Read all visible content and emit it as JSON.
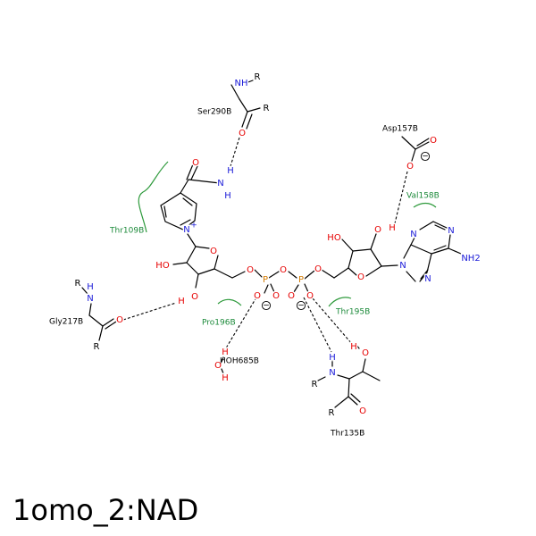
{
  "title": "1omo_2:NAD",
  "residues": {
    "ser290": "Ser290B",
    "thr109": "Thr109B",
    "asp157": "Asp157B",
    "val158": "Val158B",
    "gly217": "Gly217B",
    "pro196": "Pro196B",
    "thr195": "Thr195B",
    "hoh685": "HOH685B",
    "thr135": "Thr135B"
  },
  "atoms": {
    "nh_ser": "NH",
    "r_ser_top": "R",
    "r_ser_right": "R",
    "o_ser": "O",
    "n_amide": "N",
    "h_amide_top": "H",
    "h_amide_bottom": "H",
    "o_amide": "O",
    "n_pyr": "N",
    "plus_pyr": "+",
    "o_nribose": "O",
    "ho_nribose": "HO",
    "o_nribose3": "O",
    "h_nribose3": "H",
    "o_link1": "O",
    "p1": "P",
    "o_p1_a": "O",
    "o_p1_b": "O",
    "o_bridge": "O",
    "p2": "P",
    "o_p2_a": "O",
    "o_p2_b": "O",
    "o_link2": "O",
    "o_aribose": "O",
    "ho_aribose": "HO",
    "o_aribose2": "O",
    "h_aribose2": "H",
    "n9": "N",
    "n3": "N",
    "n1": "N",
    "n7": "N",
    "nh2": "NH2",
    "o_asp_a": "O",
    "o_asp_b": "O",
    "r_gly_top": "R",
    "n_gly": "N",
    "h_gly": "H",
    "o_gly": "O",
    "r_gly_bottom": "R",
    "h_hoh_a": "H",
    "o_hoh": "O",
    "h_hoh_b": "H",
    "h_thr_n": "H",
    "n_thr": "N",
    "r_thr_n": "R",
    "h_thr_o": "H",
    "o_thr": "O",
    "o_thr_c": "O",
    "r_thr_c": "R"
  },
  "charges": {
    "minus_p1": "−",
    "minus_p2": "−",
    "minus_asp": "−"
  },
  "colors": {
    "oxygen": "#e60000",
    "nitrogen": "#1a1ad8",
    "phosphorus": "#d47a00",
    "hydrophobic": "#2e9a3c",
    "residue_label_green": "#1c8a3a"
  }
}
